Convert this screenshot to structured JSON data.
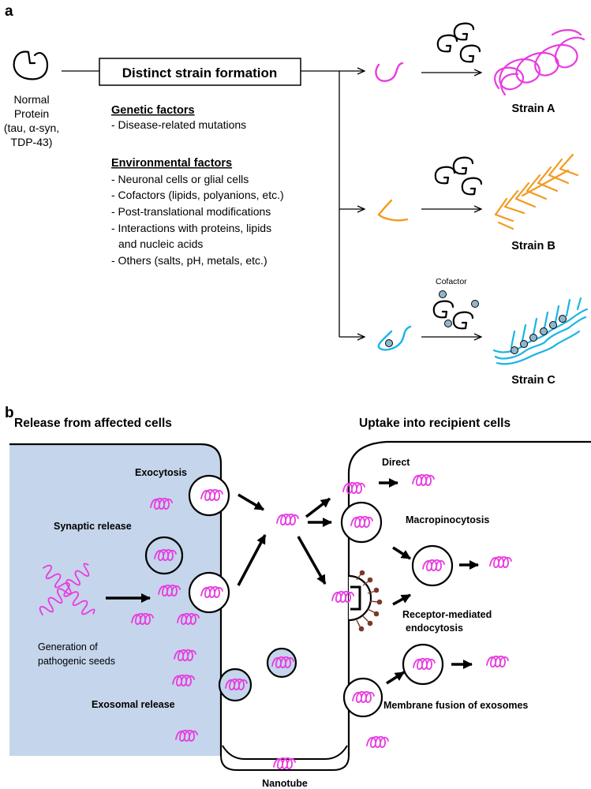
{
  "panel_a": {
    "label": "a",
    "normal_protein": [
      "Normal",
      "Protein",
      "(tau, α-syn,",
      "TDP-43)"
    ],
    "box_title": "Distinct strain formation",
    "genetic": {
      "heading": "Genetic factors",
      "items": [
        "- Disease-related mutations"
      ]
    },
    "environmental": {
      "heading": "Environmental factors",
      "lines": [
        "- Neuronal cells or glial cells",
        "- Cofactors (lipids, polyanions, etc.)",
        "- Post-translational modifications",
        "- Interactions with proteins, lipids",
        "  and nucleic acids",
        "- Others (salts, pH, metals, etc.)"
      ]
    },
    "cofactor_label": "Cofactor",
    "strains": [
      "Strain A",
      "Strain B",
      "Strain C"
    ]
  },
  "panel_b": {
    "label": "b",
    "release_title": "Release from affected cells",
    "uptake_title": "Uptake into recipient cells",
    "exocytosis": "Exocytosis",
    "synaptic_release": "Synaptic release",
    "generation": [
      "Generation of",
      "pathogenic seeds"
    ],
    "exosomal_release": "Exosomal release",
    "nanotube": "Nanotube",
    "direct": "Direct",
    "macropinocytosis": "Macropinocytosis",
    "receptor": [
      "Receptor-mediated",
      "endocytosis"
    ],
    "membrane_fusion": "Membrane fusion of exosomes"
  },
  "colors": {
    "magenta": "#e83ce0",
    "orange": "#f39a1e",
    "cyan": "#1ab4e6",
    "cell_fill": "#c5d5eb",
    "cofactor_dot": "#8fb6cc",
    "receptor": "#7a3a2a"
  }
}
